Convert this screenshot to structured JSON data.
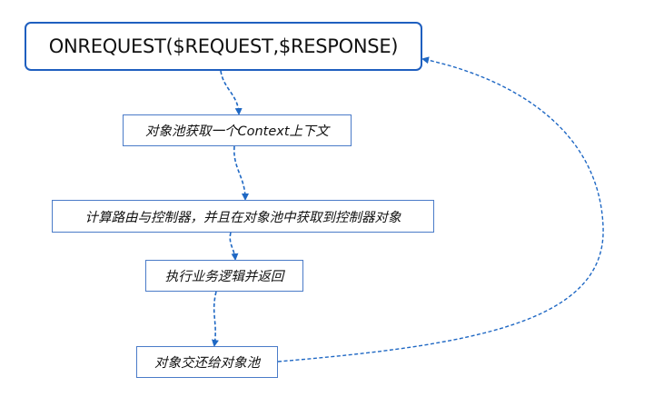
{
  "diagram": {
    "type": "flowchart",
    "colors": {
      "accent": "#1f5fbf",
      "box_border": "#4a7bc8",
      "connector": "#1f68c4"
    },
    "start_node": {
      "label": "ONREQUEST($REQUEST,$RESPONSE)"
    },
    "steps": [
      {
        "label": "对象池获取一个Context上下文"
      },
      {
        "label": "计算路由与控制器，并且在对象池中获取到控制器对象"
      },
      {
        "label": "执行业务逻辑并返回"
      },
      {
        "label": "对象交还给对象池"
      }
    ],
    "edges": [
      {
        "from": "start",
        "to": "step-1",
        "style": "dashed"
      },
      {
        "from": "step-1",
        "to": "step-2",
        "style": "dashed"
      },
      {
        "from": "step-2",
        "to": "step-3",
        "style": "dashed"
      },
      {
        "from": "step-3",
        "to": "step-4",
        "style": "dashed"
      },
      {
        "from": "step-4",
        "to": "start",
        "style": "dashed",
        "kind": "loop-back"
      }
    ]
  }
}
